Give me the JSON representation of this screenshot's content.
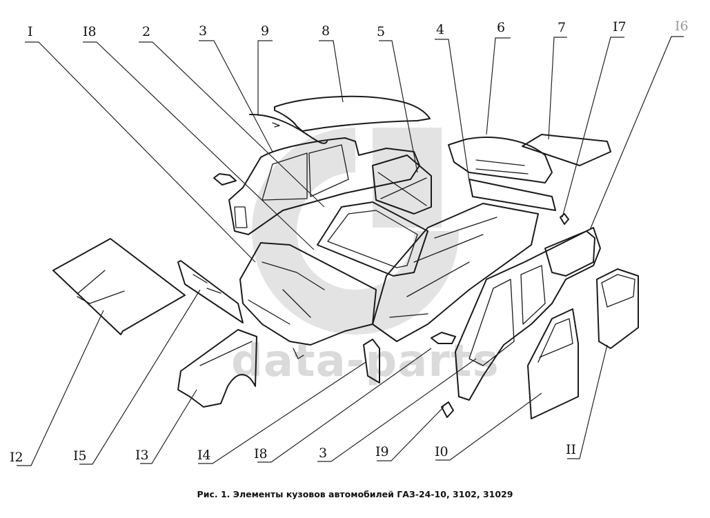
{
  "figure": {
    "caption": "Рис. 1. Элементы кузовов автомобилей ГАЗ-24-10, 3102, 31029",
    "watermark": "data-parts",
    "callouts_top": [
      {
        "id": "I",
        "label": "I",
        "part": "front-body-section"
      },
      {
        "id": "I8-top",
        "label": "I8",
        "part": "small-bracket"
      },
      {
        "id": "2",
        "label": "2",
        "part": "windshield-frame"
      },
      {
        "id": "3-top",
        "label": "3",
        "part": "left-side-panel"
      },
      {
        "id": "9",
        "label": "9",
        "part": "roof-rail"
      },
      {
        "id": "8",
        "label": "8",
        "part": "roof-panel"
      },
      {
        "id": "5",
        "label": "5",
        "part": "rear-seat-partition"
      },
      {
        "id": "4",
        "label": "4",
        "part": "rear-floor-crossmember"
      },
      {
        "id": "6",
        "label": "6",
        "part": "rear-panel"
      },
      {
        "id": "7",
        "label": "7",
        "part": "trunk-lid"
      },
      {
        "id": "I7",
        "label": "I7",
        "part": "small-bracket-rear"
      },
      {
        "id": "I6",
        "label": "I6",
        "part": "rear-quarter-panel"
      }
    ],
    "callouts_bottom": [
      {
        "id": "I2",
        "label": "I2",
        "part": "hood"
      },
      {
        "id": "I5",
        "label": "I5",
        "part": "radiator-support-panel"
      },
      {
        "id": "I3",
        "label": "I3",
        "part": "front-fender"
      },
      {
        "id": "I4",
        "label": "I4",
        "part": "side-pillar-bracket"
      },
      {
        "id": "I8-bottom",
        "label": "I8",
        "part": "bracket"
      },
      {
        "id": "3-bottom",
        "label": "3",
        "part": "right-side-panel"
      },
      {
        "id": "I9",
        "label": "I9",
        "part": "small-mount"
      },
      {
        "id": "I0",
        "label": "I0",
        "part": "front-door"
      },
      {
        "id": "II",
        "label": "II",
        "part": "rear-door"
      }
    ]
  }
}
